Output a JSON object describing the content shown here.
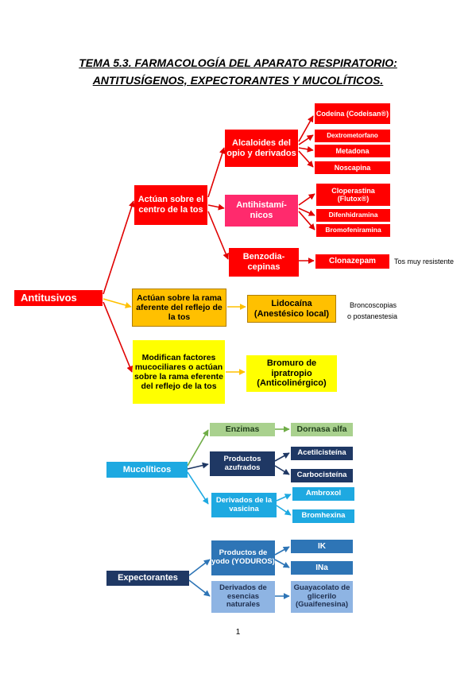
{
  "page": {
    "title_line1": "TEMA 5.3. FARMACOLOGÍA DEL APARATO RESPIRATORIO:",
    "title_line2": "ANTITUSÍGENOS, EXPECTORANTES Y MUCOLÍTICOS.",
    "page_number": "1"
  },
  "colors": {
    "antitusivos": "#ff0000",
    "antihistaminicos": "#ff2a6d",
    "rama_aferente": "#ffc000",
    "factores_mucociliares": "#ffff00",
    "enzimas": "#a9d18e",
    "azufrados": "#1f3864",
    "vasicina": "#1ea9e1",
    "yoduros": "#2e75b6",
    "esencias": "#8eb4e3"
  },
  "antitusivos": {
    "root": "Antitusivos",
    "centro": "Actúan sobre el centro de la tos",
    "alcaloides": "Alcaloides del opio y derivados",
    "codeina": "Codeína (Codeisan®)",
    "dextrometorfano": "Dextrometorfano",
    "metadona": "Metadona",
    "noscapina": "Noscapina",
    "antihistaminicos": "Antihistamí- nicos",
    "cloperastina": "Cloperastina (Flutox®)",
    "difenhidramina": "Difenhidramina",
    "bromofeniramina": "Bromofeniramina",
    "benzodiacepinas": "Benzodia- cepinas",
    "clonazepam": "Clonazepam",
    "clonazepam_note": "Tos muy resistente",
    "aferente": "Actúan sobre la rama aferente del reflejo de la tos",
    "lidocaina": "Lidocaína (Anestésico local)",
    "lidocaina_note_1": "Broncoscopias",
    "lidocaina_note_2": "o postanestesia",
    "mucociliares": "Modifican factores mucociliares o actúan sobre la rama eferente del reflejo de la tos",
    "ipratropio": "Bromuro de ipratropio (Anticolinérgico)"
  },
  "mucoliticos": {
    "root": "Mucolíticos",
    "enzimas": "Enzimas",
    "dornasa": "Dornasa alfa",
    "azufrados": "Productos azufrados",
    "acetilcisteina": "Acetilcisteína",
    "carbocisteina": "Carbocisteína",
    "vasicina": "Derivados de la vasicina",
    "ambroxol": "Ambroxol",
    "bromhexina": "Bromhexina"
  },
  "expectorantes": {
    "root": "Expectorantes",
    "yoduros": "Productos de yodo (YODUROS)",
    "ik": "IK",
    "ina": "INa",
    "esencias": "Derivados de esencias naturales",
    "guayacolato": "Guayacolato de glicerilo (Guaifenesina)"
  }
}
